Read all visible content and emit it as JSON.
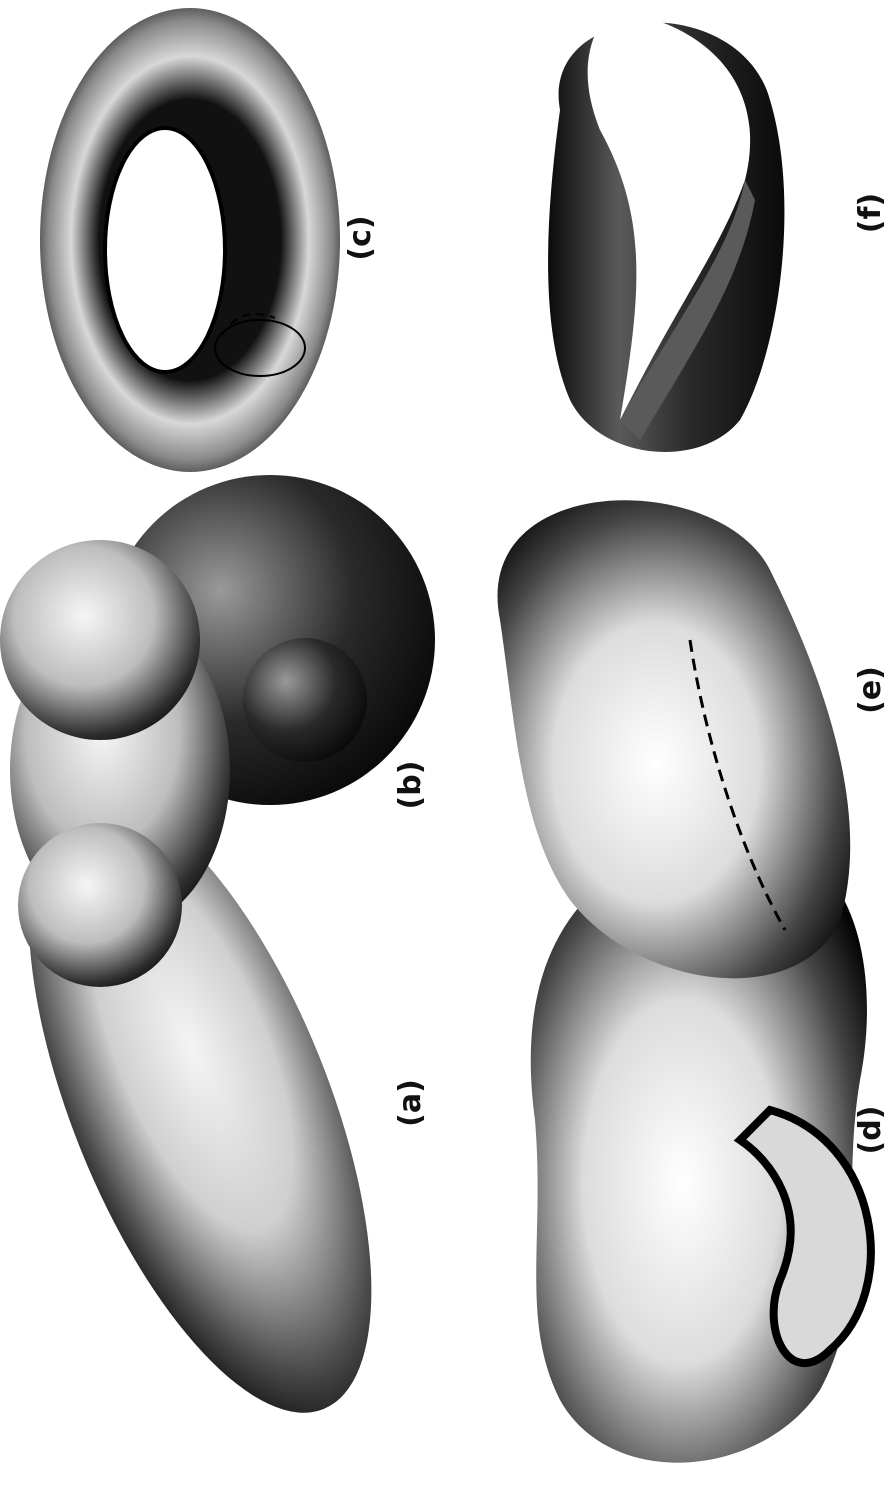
{
  "figure": {
    "panels": [
      {
        "label": "(a)",
        "shape": "ellipsoid"
      },
      {
        "label": "(b)",
        "shape": "multiple-spheres"
      },
      {
        "label": "(c)",
        "shape": "torus"
      },
      {
        "label": "(d)",
        "shape": "klein-bottle"
      },
      {
        "label": "(e)",
        "shape": "blob-with-dashed-curve"
      },
      {
        "label": "(f)",
        "shape": "mobius-strip"
      }
    ],
    "colors": {
      "ink": "#0a0a0a",
      "paper": "#ffffff",
      "highlight": "#f2f2f2"
    }
  }
}
